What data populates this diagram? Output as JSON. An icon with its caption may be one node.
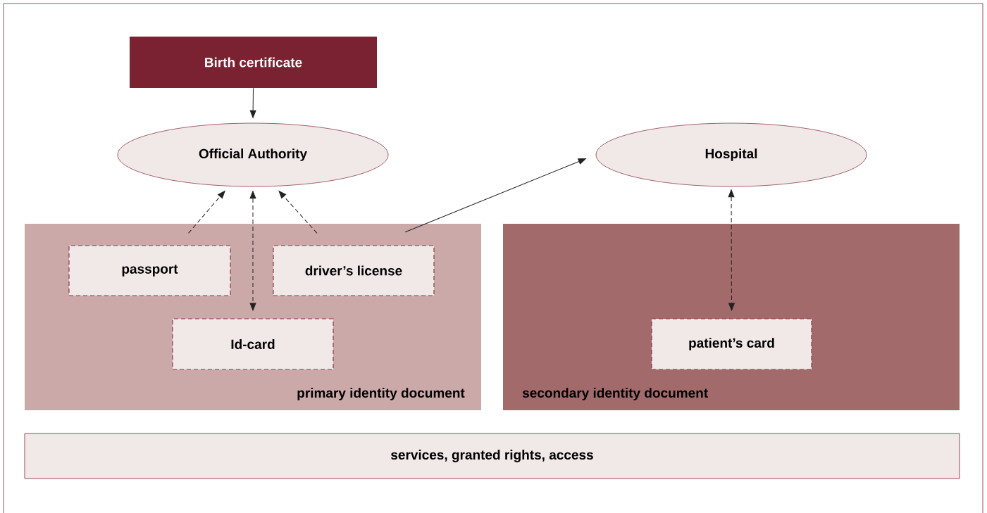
{
  "diagram": {
    "nodes": [
      {
        "text": [
          "Birth certificate"
        ]
      },
      {
        "text": [
          "Official Authority"
        ]
      },
      {
        "text": [
          "Hospital"
        ]
      },
      {
        "text": [
          "primary identity document"
        ]
      },
      {
        "text": [
          "passport"
        ],
        "in": 3
      },
      {
        "text": [
          "driver’s license"
        ],
        "in": 3
      },
      {
        "text": [
          "Id-card"
        ],
        "in": 3
      },
      {
        "text": [
          "secondary identity document"
        ]
      },
      {
        "text": [
          "patient’s card"
        ],
        "in": 7
      },
      {
        "text": [
          "services, granted rights, access"
        ]
      }
    ],
    "edges": [
      {
        "from": 0,
        "to": 1,
        "arrow": "to"
      },
      {
        "from": 4,
        "to": 1,
        "arrow": "to",
        "style": "dashed"
      },
      {
        "from": 1,
        "to": 6,
        "arrow": "both",
        "style": "dashed"
      },
      {
        "from": 5,
        "to": 1,
        "arrow": "to",
        "style": "dashed"
      },
      {
        "from": 3,
        "to": 2,
        "arrow": "to"
      },
      {
        "from": 2,
        "to": 8,
        "arrow": "both",
        "style": "dashed"
      }
    ]
  }
}
